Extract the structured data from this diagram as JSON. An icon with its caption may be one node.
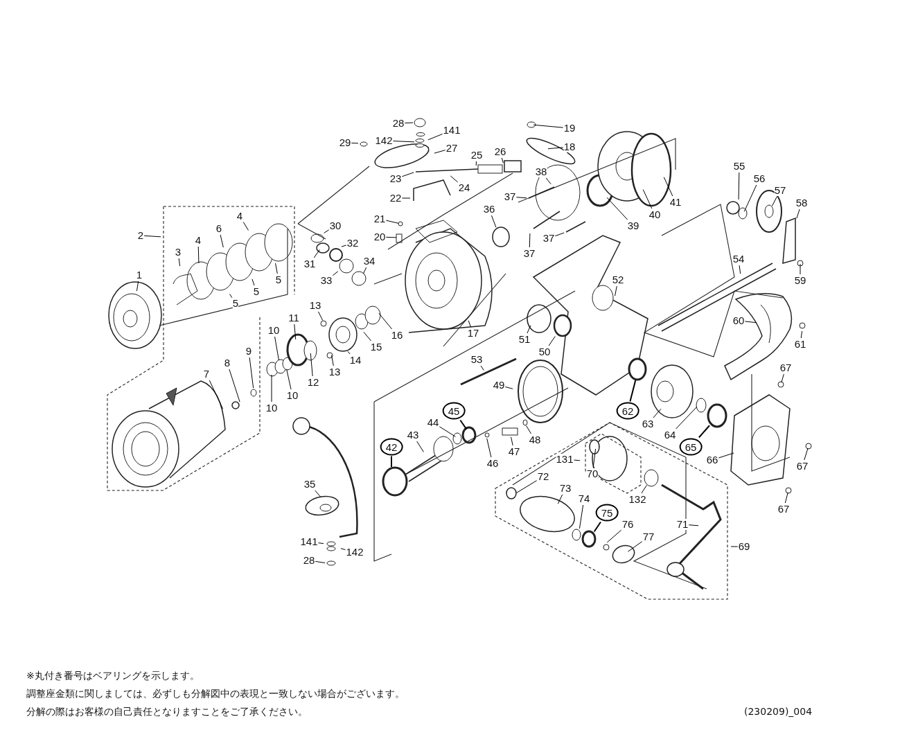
{
  "diagram": {
    "nodes": [
      {
        "text": [
          "28"
        ]
      },
      {
        "text": [
          "141"
        ]
      },
      {
        "text": [
          "142"
        ]
      },
      {
        "text": [
          "27"
        ]
      },
      {
        "text": [
          "29"
        ]
      },
      {
        "text": [
          "19"
        ]
      },
      {
        "text": [
          "18"
        ]
      },
      {
        "text": [
          "25"
        ]
      },
      {
        "text": [
          "26"
        ]
      },
      {
        "text": [
          "23"
        ]
      },
      {
        "text": [
          "24"
        ]
      },
      {
        "text": [
          "22"
        ]
      },
      {
        "text": [
          "38"
        ]
      },
      {
        "text": [
          "37"
        ]
      },
      {
        "text": [
          "36"
        ]
      },
      {
        "text": [
          "37"
        ]
      },
      {
        "text": [
          "37"
        ]
      },
      {
        "text": [
          "39"
        ]
      },
      {
        "text": [
          "40"
        ]
      },
      {
        "text": [
          "41"
        ]
      },
      {
        "text": [
          "55"
        ]
      },
      {
        "text": [
          "56"
        ]
      },
      {
        "text": [
          "57"
        ]
      },
      {
        "text": [
          "58"
        ]
      },
      {
        "text": [
          "59"
        ]
      },
      {
        "text": [
          "54"
        ]
      },
      {
        "text": [
          "52"
        ]
      },
      {
        "text": [
          "60"
        ]
      },
      {
        "text": [
          "61"
        ]
      },
      {
        "text": [
          "67"
        ]
      },
      {
        "text": [
          "67"
        ]
      },
      {
        "text": [
          "67"
        ]
      },
      {
        "text": [
          "66"
        ]
      },
      {
        "text": [
          "65"
        ]
      },
      {
        "text": [
          "64"
        ]
      },
      {
        "text": [
          "63"
        ]
      },
      {
        "text": [
          "62"
        ]
      },
      {
        "text": [
          "132"
        ]
      },
      {
        "text": [
          "2"
        ]
      },
      {
        "text": [
          "3"
        ]
      },
      {
        "text": [
          "4"
        ]
      },
      {
        "text": [
          "6"
        ]
      },
      {
        "text": [
          "4"
        ]
      },
      {
        "text": [
          "5"
        ]
      },
      {
        "text": [
          "5"
        ]
      },
      {
        "text": [
          "5"
        ]
      },
      {
        "text": [
          "1"
        ]
      },
      {
        "text": [
          "30"
        ]
      },
      {
        "text": [
          "31"
        ]
      },
      {
        "text": [
          "32"
        ]
      },
      {
        "text": [
          "33"
        ]
      },
      {
        "text": [
          "34"
        ]
      },
      {
        "text": [
          "21"
        ]
      },
      {
        "text": [
          "20"
        ]
      },
      {
        "text": [
          "13"
        ]
      },
      {
        "text": [
          "16"
        ]
      },
      {
        "text": [
          "15"
        ]
      },
      {
        "text": [
          "14"
        ]
      },
      {
        "text": [
          "13"
        ]
      },
      {
        "text": [
          "12"
        ]
      },
      {
        "text": [
          "11"
        ]
      },
      {
        "text": [
          "10"
        ]
      },
      {
        "text": [
          "10"
        ]
      },
      {
        "text": [
          "10"
        ]
      },
      {
        "text": [
          "7"
        ]
      },
      {
        "text": [
          "8"
        ]
      },
      {
        "text": [
          "9"
        ]
      },
      {
        "text": [
          "17"
        ]
      },
      {
        "text": [
          "51"
        ]
      },
      {
        "text": [
          "50"
        ]
      },
      {
        "text": [
          "53"
        ]
      },
      {
        "text": [
          "49"
        ]
      },
      {
        "text": [
          "45"
        ]
      },
      {
        "text": [
          "44"
        ]
      },
      {
        "text": [
          "43"
        ]
      },
      {
        "text": [
          "42"
        ]
      },
      {
        "text": [
          "46"
        ]
      },
      {
        "text": [
          "47"
        ]
      },
      {
        "text": [
          "48"
        ]
      },
      {
        "text": [
          "131"
        ]
      },
      {
        "text": [
          "70"
        ]
      },
      {
        "text": [
          "35"
        ]
      },
      {
        "text": [
          "72"
        ]
      },
      {
        "text": [
          "73"
        ]
      },
      {
        "text": [
          "74"
        ]
      },
      {
        "text": [
          "75"
        ]
      },
      {
        "text": [
          "76"
        ]
      },
      {
        "text": [
          "77"
        ]
      },
      {
        "text": [
          "71"
        ]
      },
      {
        "text": [
          "69"
        ]
      },
      {
        "text": [
          "141"
        ]
      },
      {
        "text": [
          "142"
        ]
      },
      {
        "text": [
          "28"
        ]
      }
    ],
    "edges": [
      {
        "from": 0,
        "to": null,
        "arrow": "none"
      },
      {
        "from": 1,
        "to": null,
        "arrow": "none"
      },
      {
        "from": 2,
        "to": null,
        "arrow": "none"
      },
      {
        "from": 3,
        "to": null,
        "arrow": "none"
      },
      {
        "from": 4,
        "to": null,
        "arrow": "none"
      },
      {
        "from": 5,
        "to": null,
        "arrow": "none"
      },
      {
        "from": 6,
        "to": null,
        "arrow": "none"
      },
      {
        "from": 7,
        "to": null,
        "arrow": "none"
      },
      {
        "from": 8,
        "to": null,
        "arrow": "none"
      },
      {
        "from": 9,
        "to": null,
        "arrow": "none"
      },
      {
        "from": 10,
        "to": null,
        "arrow": "none"
      },
      {
        "from": 11,
        "to": null,
        "arrow": "none"
      },
      {
        "from": 12,
        "to": null,
        "arrow": "none"
      },
      {
        "from": 13,
        "to": null,
        "arrow": "none"
      },
      {
        "from": 14,
        "to": null,
        "arrow": "none"
      },
      {
        "from": 15,
        "to": null,
        "arrow": "none"
      },
      {
        "from": 16,
        "to": null,
        "arrow": "none"
      },
      {
        "from": 17,
        "to": null,
        "arrow": "none"
      },
      {
        "from": 18,
        "to": null,
        "arrow": "none"
      },
      {
        "from": 19,
        "to": null,
        "arrow": "none"
      },
      {
        "from": 20,
        "to": null,
        "arrow": "none"
      },
      {
        "from": 21,
        "to": null,
        "arrow": "none"
      },
      {
        "from": 22,
        "to": null,
        "arrow": "none"
      },
      {
        "from": 23,
        "to": null,
        "arrow": "none"
      },
      {
        "from": 24,
        "to": null,
        "arrow": "none"
      },
      {
        "from": 25,
        "to": null,
        "arrow": "none"
      },
      {
        "from": 26,
        "to": null,
        "arrow": "none"
      },
      {
        "from": 27,
        "to": null,
        "arrow": "none"
      },
      {
        "from": 28,
        "to": null,
        "arrow": "none"
      },
      {
        "from": 29,
        "to": null,
        "arrow": "none"
      },
      {
        "from": 30,
        "to": null,
        "arrow": "none"
      },
      {
        "from": 31,
        "to": null,
        "arrow": "none"
      },
      {
        "from": 32,
        "to": null,
        "arrow": "none"
      },
      {
        "from": 33,
        "to": null,
        "arrow": "none"
      },
      {
        "from": 34,
        "to": null,
        "arrow": "none"
      },
      {
        "from": 35,
        "to": null,
        "arrow": "none"
      },
      {
        "from": 36,
        "to": null,
        "arrow": "none"
      },
      {
        "from": 37,
        "to": null,
        "arrow": "none"
      },
      {
        "from": 38,
        "to": null,
        "arrow": "none"
      },
      {
        "from": 39,
        "to": null,
        "arrow": "none"
      },
      {
        "from": 40,
        "to": null,
        "arrow": "none"
      },
      {
        "from": 41,
        "to": null,
        "arrow": "none"
      },
      {
        "from": 42,
        "to": null,
        "arrow": "none"
      },
      {
        "from": 43,
        "to": null,
        "arrow": "none"
      },
      {
        "from": 44,
        "to": null,
        "arrow": "none"
      },
      {
        "from": 45,
        "to": null,
        "arrow": "none"
      },
      {
        "from": 46,
        "to": null,
        "arrow": "none"
      },
      {
        "from": 47,
        "to": null,
        "arrow": "none"
      },
      {
        "from": 48,
        "to": null,
        "arrow": "none"
      },
      {
        "from": 49,
        "to": null,
        "arrow": "none"
      },
      {
        "from": 50,
        "to": null,
        "arrow": "none"
      },
      {
        "from": 51,
        "to": null,
        "arrow": "none"
      },
      {
        "from": 52,
        "to": null,
        "arrow": "none"
      },
      {
        "from": 53,
        "to": null,
        "arrow": "none"
      },
      {
        "from": 54,
        "to": null,
        "arrow": "none"
      },
      {
        "from": 55,
        "to": null,
        "arrow": "none"
      },
      {
        "from": 56,
        "to": null,
        "arrow": "none"
      },
      {
        "from": 57,
        "to": null,
        "arrow": "none"
      },
      {
        "from": 58,
        "to": null,
        "arrow": "none"
      },
      {
        "from": 59,
        "to": null,
        "arrow": "none"
      },
      {
        "from": 60,
        "to": null,
        "arrow": "none"
      },
      {
        "from": 61,
        "to": null,
        "arrow": "none"
      },
      {
        "from": 62,
        "to": null,
        "arrow": "none"
      },
      {
        "from": 63,
        "to": null,
        "arrow": "none"
      },
      {
        "from": 64,
        "to": null,
        "arrow": "none"
      },
      {
        "from": 65,
        "to": null,
        "arrow": "none"
      },
      {
        "from": 66,
        "to": null,
        "arrow": "none"
      },
      {
        "from": 67,
        "to": null,
        "arrow": "none"
      },
      {
        "from": 68,
        "to": null,
        "arrow": "none"
      },
      {
        "from": 69,
        "to": null,
        "arrow": "none"
      },
      {
        "from": 70,
        "to": null,
        "arrow": "none"
      },
      {
        "from": 71,
        "to": null,
        "arrow": "none"
      },
      {
        "from": 72,
        "to": null,
        "arrow": "none"
      },
      {
        "from": 73,
        "to": null,
        "arrow": "none"
      },
      {
        "from": 74,
        "to": null,
        "arrow": "none"
      },
      {
        "from": 75,
        "to": null,
        "arrow": "none"
      },
      {
        "from": 76,
        "to": null,
        "arrow": "none"
      },
      {
        "from": 77,
        "to": null,
        "arrow": "none"
      },
      {
        "from": 78,
        "to": null,
        "arrow": "none"
      },
      {
        "from": 79,
        "to": null,
        "arrow": "none"
      },
      {
        "from": 80,
        "to": null,
        "arrow": "none"
      },
      {
        "from": 81,
        "to": null,
        "arrow": "none"
      },
      {
        "from": 82,
        "to": null,
        "arrow": "none"
      },
      {
        "from": 83,
        "to": null,
        "arrow": "none"
      },
      {
        "from": 84,
        "to": null,
        "arrow": "none"
      },
      {
        "from": 85,
        "to": null,
        "arrow": "none"
      },
      {
        "from": 86,
        "to": null,
        "arrow": "none"
      },
      {
        "from": 87,
        "to": null,
        "arrow": "none"
      },
      {
        "from": 88,
        "to": null,
        "arrow": "none"
      },
      {
        "from": 89,
        "to": null,
        "arrow": "none"
      },
      {
        "from": 90,
        "to": null,
        "arrow": "none"
      },
      {
        "from": 91,
        "to": null,
        "arrow": "none"
      },
      {
        "from": 92,
        "to": null,
        "arrow": "none"
      }
    ],
    "labels": [
      "※丸付き番号はベアリングを示します。",
      "調整座金類に関しましては、必ずしも分解図中の表現と一致しない場合がございます。",
      "分解の際はお客様の自己責任となりますことをご了承ください。",
      "(230209)_004"
    ]
  }
}
